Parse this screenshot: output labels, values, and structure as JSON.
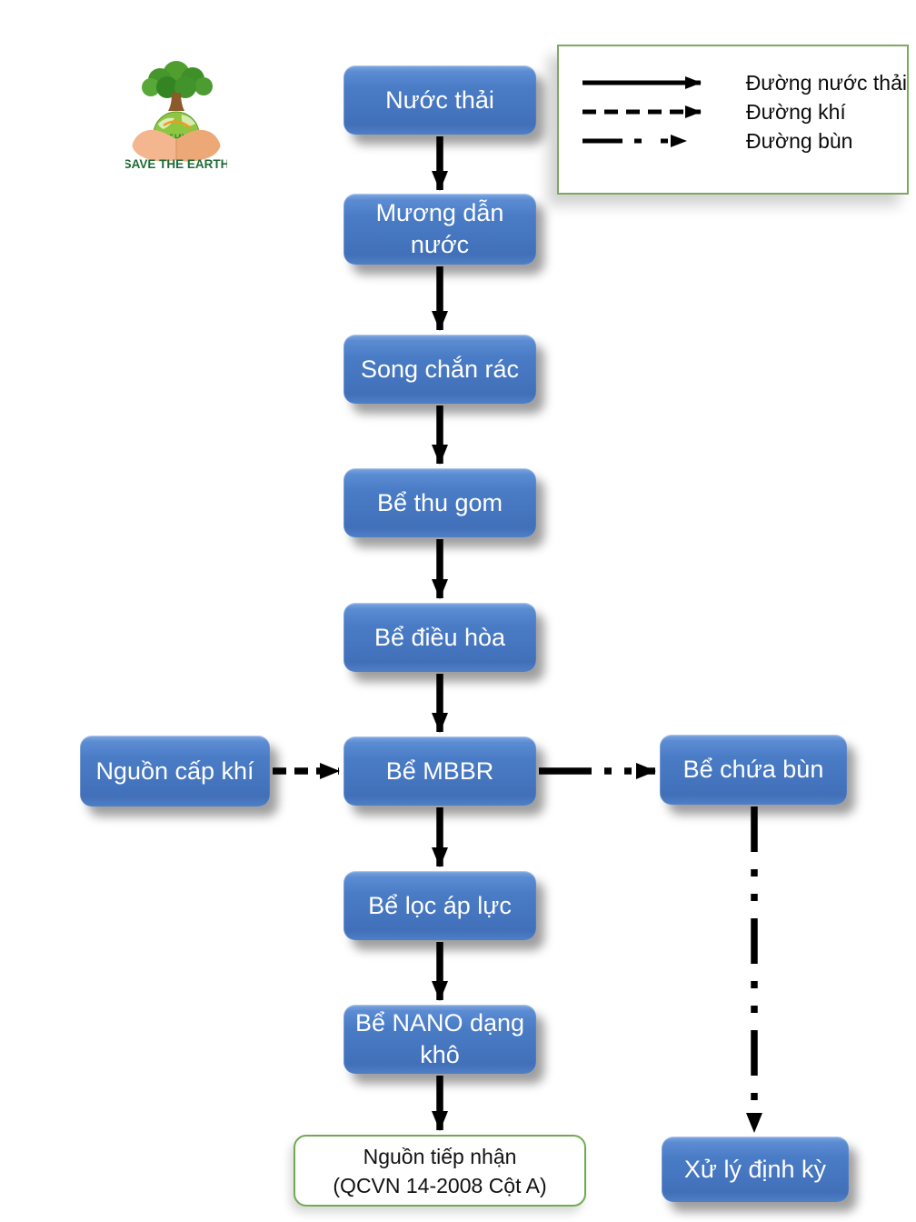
{
  "logo": {
    "caption": "SAVE THE EARTH",
    "globe_text": "NGỌC LAN CO"
  },
  "legend": {
    "items": [
      {
        "id": "wastewater",
        "line_style": "solid",
        "label": "Đường nước thải"
      },
      {
        "id": "air",
        "line_style": "dashed",
        "label": "Đường khí"
      },
      {
        "id": "sludge",
        "line_style": "dash-dot",
        "label": "Đường bùn"
      }
    ]
  },
  "nodes": {
    "nuoc_thai": "Nước thải",
    "muong_dan_nuoc": "Mương dẫn nước",
    "song_chan_rac": "Song chắn rác",
    "be_thu_gom": "Bể thu gom",
    "be_dieu_hoa": "Bể điều hòa",
    "be_mbbr": "Bể MBBR",
    "be_loc_ap_luc": "Bể lọc áp lực",
    "be_nano_dang_kho": "Bể NANO dạng khô",
    "nguon_cap_khi": "Nguồn cấp khí",
    "be_chua_bun": "Bể chứa bùn",
    "xu_ly_dinh_ky": "Xử lý định kỳ"
  },
  "terminal": {
    "line1": "Nguồn tiếp nhận",
    "line2": "(QCVN 14-2008 Cột A)"
  },
  "colors": {
    "node_blue": "#4a7cc6",
    "node_blue_highlight": "#7ea6de",
    "outline_green": "#6faa52",
    "arrow_black": "#000000",
    "logo_green": "#1d6b36",
    "text_white": "#ffffff"
  }
}
